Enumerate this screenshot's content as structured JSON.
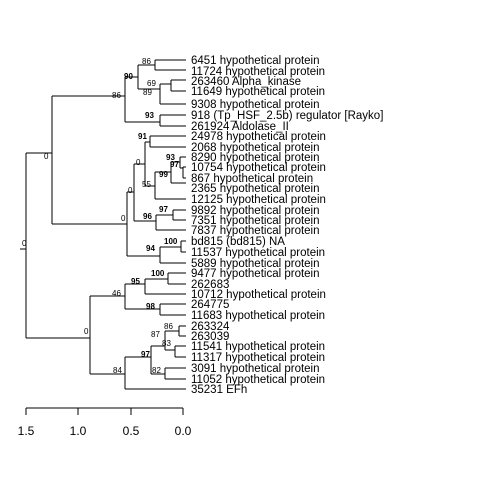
{
  "leaves": [
    "6451 hypothetical protein",
    "11724 hypothetical protein",
    "263460 Alpha_kinase",
    "11649 hypothetical protein",
    "9308 hypothetical protein",
    "918 (Tp_HSF_2.5b) regulator [Rayko]",
    "261924 Aldolase_II",
    "24978 hypothetical protein",
    "2068 hypothetical protein",
    "8290 hypothetical protein",
    "10754 hypothetical protein",
    "867 hypothetical protein",
    "2365 hypothetical protein",
    "12125 hypothetical protein",
    "9892 hypothetical protein",
    "7351 hypothetical protein",
    "7837 hypothetical protein",
    "bd815 (bd815) NA",
    "11537 hypothetical protein",
    "5889 hypothetical protein",
    "9477 hypothetical protein",
    "262683",
    "10712 hypothetical protein",
    "264775",
    "11683 hypothetical protein",
    "263324",
    "263039",
    "11541 hypothetical protein",
    "11317 hypothetical protein",
    "3091 hypothetical protein",
    "11052 hypothetical protein",
    "35231 EFh"
  ],
  "support_values": [
    {
      "text": "86",
      "bold": false
    },
    {
      "text": "90",
      "bold": true
    },
    {
      "text": "69",
      "bold": false
    },
    {
      "text": "89",
      "bold": false
    },
    {
      "text": "86",
      "bold": false
    },
    {
      "text": "93",
      "bold": true
    },
    {
      "text": "91",
      "bold": true
    },
    {
      "text": "0",
      "bold": false
    },
    {
      "text": "93",
      "bold": true
    },
    {
      "text": "97",
      "bold": true
    },
    {
      "text": "99",
      "bold": true
    },
    {
      "text": "55",
      "bold": false
    },
    {
      "text": "0",
      "bold": false
    },
    {
      "text": "97",
      "bold": true
    },
    {
      "text": "96",
      "bold": true
    },
    {
      "text": "0",
      "bold": false
    },
    {
      "text": "100",
      "bold": true
    },
    {
      "text": "94",
      "bold": true
    },
    {
      "text": "0",
      "bold": false
    },
    {
      "text": "0",
      "bold": false
    },
    {
      "text": "100",
      "bold": true
    },
    {
      "text": "95",
      "bold": true
    },
    {
      "text": "46",
      "bold": false
    },
    {
      "text": "98",
      "bold": true
    },
    {
      "text": "86",
      "bold": false
    },
    {
      "text": "87",
      "bold": false
    },
    {
      "text": "83",
      "bold": false
    },
    {
      "text": "97",
      "bold": true
    },
    {
      "text": "82",
      "bold": false
    },
    {
      "text": "84",
      "bold": false
    },
    {
      "text": "0",
      "bold": false
    }
  ],
  "axis": {
    "ticks": [
      "1.5",
      "1.0",
      "0.5",
      "0.0"
    ]
  }
}
